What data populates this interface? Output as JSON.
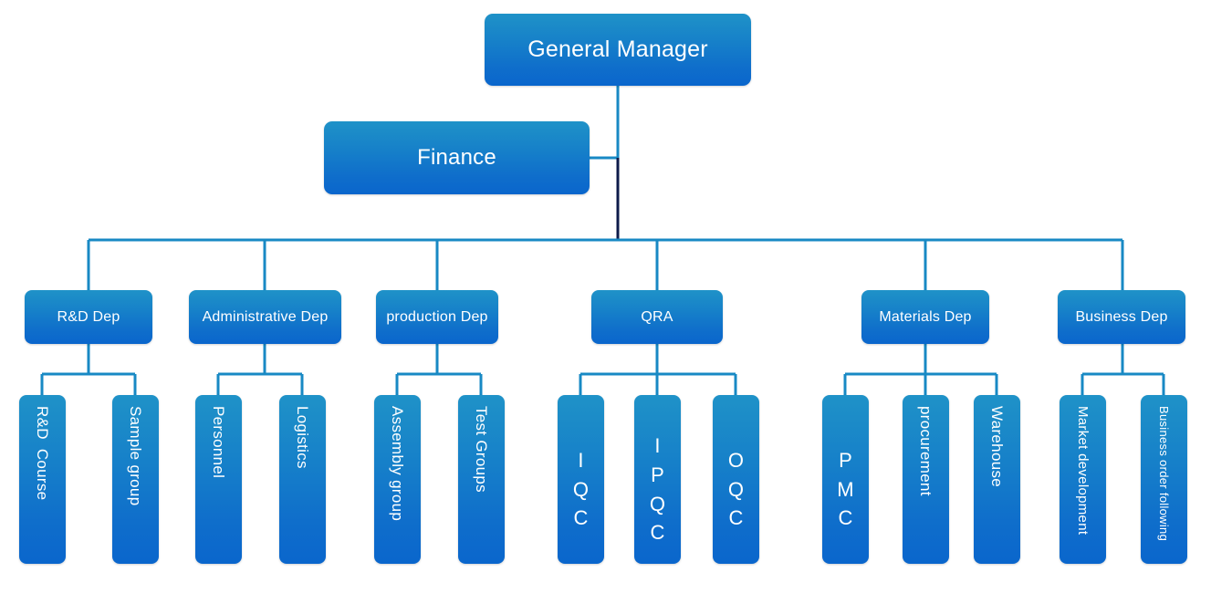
{
  "chart_data": {
    "type": "diagram",
    "title": "Company Organizational Chart",
    "diagram_kind": "org-chart",
    "orientation": "top-down",
    "levels": 3,
    "colors": {
      "box_gradient_top": "#1f92c8",
      "box_gradient_bottom": "#0a66cc",
      "connector_line": "#1889c4",
      "connector_trunk_dark": "#0d1b4b",
      "text": "#ffffff",
      "background": "#ffffff"
    },
    "nodes": [
      {
        "id": "gm",
        "label": "General Manager",
        "level": 0,
        "parent": null
      },
      {
        "id": "finance",
        "label": "Finance",
        "level": 1,
        "parent": "gm"
      },
      {
        "id": "rnd",
        "label": "R&D Dep",
        "level": 2,
        "parent": "gm"
      },
      {
        "id": "admin",
        "label": "Administrative Dep",
        "level": 2,
        "parent": "gm"
      },
      {
        "id": "production",
        "label": "production Dep",
        "level": 2,
        "parent": "gm"
      },
      {
        "id": "qra",
        "label": "QRA",
        "level": 2,
        "parent": "gm"
      },
      {
        "id": "materials",
        "label": "Materials Dep",
        "level": 2,
        "parent": "gm"
      },
      {
        "id": "business",
        "label": "Business Dep",
        "level": 2,
        "parent": "gm"
      },
      {
        "id": "rnd-course",
        "label": "R&D  Course",
        "level": 3,
        "parent": "rnd"
      },
      {
        "id": "sample-group",
        "label": "Sample group",
        "level": 3,
        "parent": "rnd"
      },
      {
        "id": "personnel",
        "label": "Personnel",
        "level": 3,
        "parent": "admin"
      },
      {
        "id": "logistics",
        "label": "Logistics",
        "level": 3,
        "parent": "admin"
      },
      {
        "id": "assembly-group",
        "label": "Assembly group",
        "level": 3,
        "parent": "production"
      },
      {
        "id": "test-groups",
        "label": "Test Groups",
        "level": 3,
        "parent": "production"
      },
      {
        "id": "iqc",
        "label": "IQC",
        "level": 3,
        "parent": "qra"
      },
      {
        "id": "ipqc",
        "label": "IPQC",
        "level": 3,
        "parent": "qra"
      },
      {
        "id": "oqc",
        "label": "OQC",
        "level": 3,
        "parent": "qra"
      },
      {
        "id": "pmc",
        "label": "PMC",
        "level": 3,
        "parent": "materials"
      },
      {
        "id": "procurement",
        "label": "procurement",
        "level": 3,
        "parent": "materials"
      },
      {
        "id": "warehouse",
        "label": "Warehouse",
        "level": 3,
        "parent": "materials"
      },
      {
        "id": "market-development",
        "label": "Market development",
        "level": 3,
        "parent": "business"
      },
      {
        "id": "business-order-following",
        "label": "Business order following",
        "level": 3,
        "parent": "business"
      }
    ]
  },
  "top": {
    "general_manager": "General Manager"
  },
  "staff": {
    "finance": "Finance"
  },
  "departments": {
    "rnd": "R&D Dep",
    "admin": "Administrative Dep",
    "production": "production Dep",
    "qra": "QRA",
    "materials": "Materials Dep",
    "business": "Business Dep"
  },
  "teams": {
    "rnd_course": "R&D  Course",
    "sample_group": "Sample group",
    "personnel": "Personnel",
    "logistics": "Logistics",
    "assembly_group": "Assembly group",
    "test_groups": "Test Groups",
    "iqc": "IQC",
    "ipqc": "IPQC",
    "oqc": "OQC",
    "pmc": "PMC",
    "procurement": "procurement",
    "warehouse": "Warehouse",
    "market_development": "Market development",
    "business_order_following": "Business order following"
  },
  "stacked_letters": {
    "iqc": [
      "I",
      "Q",
      "C"
    ],
    "ipqc": [
      "I",
      "P",
      "Q",
      "C"
    ],
    "oqc": [
      "O",
      "Q",
      "C"
    ],
    "pmc": [
      "P",
      "M",
      "C"
    ]
  }
}
